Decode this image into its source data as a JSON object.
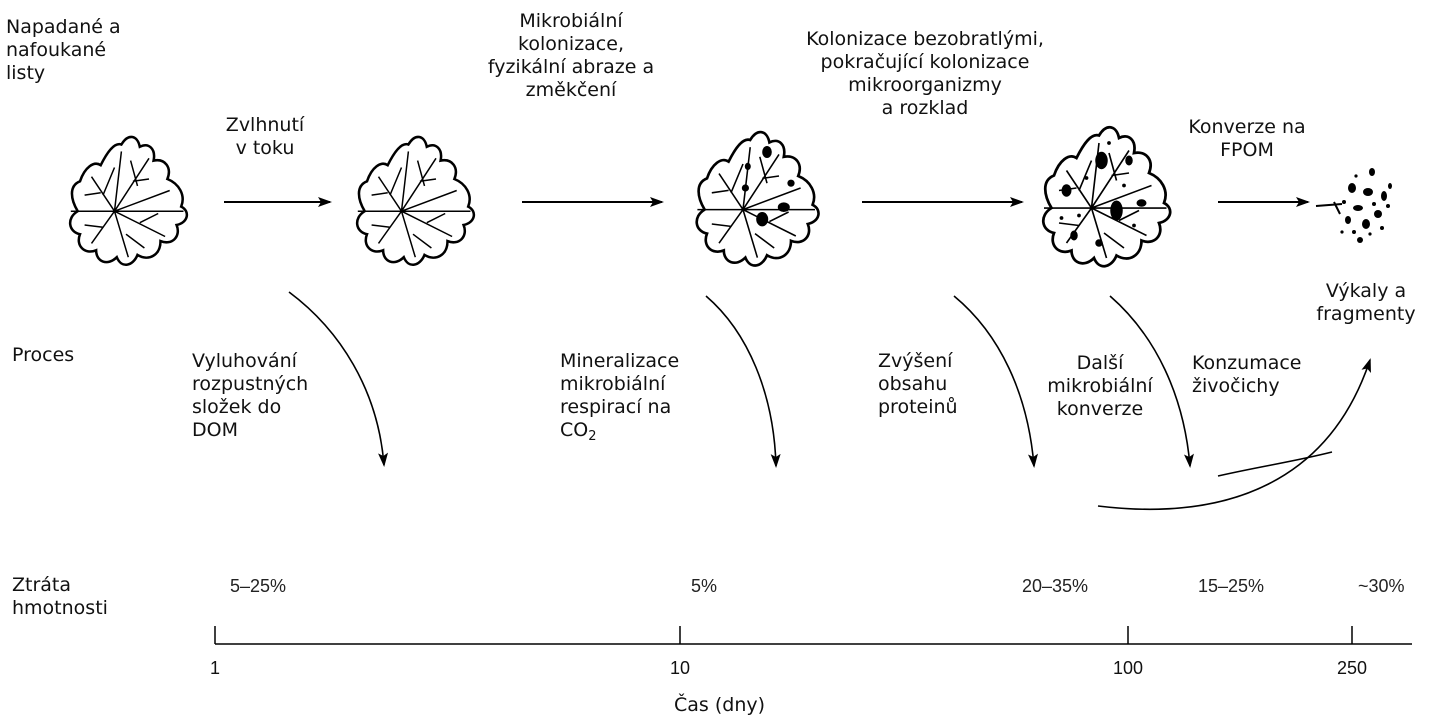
{
  "stages": {
    "s1": "Napadané a\nnafoukané\nlisty",
    "s2": "Zvlhnutí\nv toku",
    "s3": "Mikrobiální\nkolonizace,\nfyzikální abraze a\nzměkčení",
    "s4": "Kolonizace bezobratlými,\npokračující kolonizace\nmikroorganizmy\na rozklad",
    "s5": "Konverze na\nFPOM",
    "s6": "Výkaly a\nfragmenty"
  },
  "process": {
    "label": "Proces",
    "p1": "Vyluhování\nrozpustných\nsložek do\nDOM",
    "p2_main": "Mineralizace\nmikrobiální\nrespirací na",
    "p2_co": "CO",
    "p2_sub": "2",
    "p3": "Zvýšení\nobsahu\nproteinů",
    "p4": "Další\nmikrobiální\nkonverze",
    "p5": "Konzumace\nživočichy"
  },
  "mass_loss": {
    "label": "Ztráta\nhmotnosti",
    "values": [
      "5–25%",
      "5%",
      "20–35%",
      "15–25%",
      "~30%"
    ]
  },
  "axis": {
    "title": "Čas (dny)",
    "ticks": [
      "1",
      "10",
      "100",
      "250"
    ],
    "scale": "log"
  },
  "icons": [
    "leaf-icon",
    "arrow-icon",
    "fragments-icon"
  ]
}
